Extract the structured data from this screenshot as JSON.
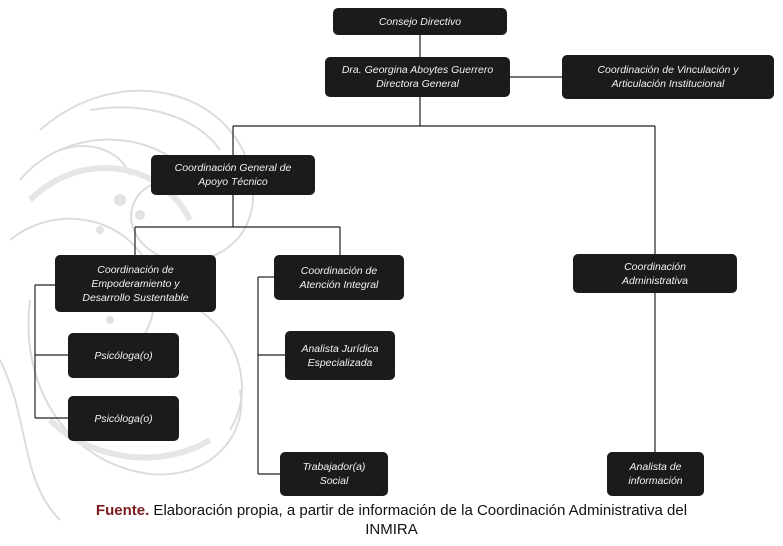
{
  "org_chart": {
    "consejo": [
      "Consejo Directivo"
    ],
    "directora": [
      "Dra. Georgina Aboytes Guerrero",
      "Directora General"
    ],
    "vinculacion": [
      "Coordinación de Vinculación y",
      "Articulación Institucional"
    ],
    "apoyo_tecnico": [
      "Coordinación General de",
      "Apoyo Técnico"
    ],
    "empoderamiento": [
      "Coordinación de",
      "Empoderamiento y",
      "Desarrollo Sustentable"
    ],
    "psicologa_1": [
      "Psicóloga(o)"
    ],
    "psicologa_2": [
      "Psicóloga(o)"
    ],
    "atencion_integral": [
      "Coordinación de",
      "Atención Integral"
    ],
    "analista_juridica": [
      "Analista Jurídica",
      "Especializada"
    ],
    "trabajador_social": [
      "Trabajador(a)",
      "Social"
    ],
    "administrativa": [
      "Coordinación",
      "Administrativa"
    ],
    "analista_informacion": [
      "Analista de",
      "información"
    ]
  },
  "caption": {
    "label": "Fuente.",
    "text": " Elaboración propia, a partir de información de la Coordinación Administrativa del",
    "line2": "INMIRA"
  },
  "colors": {
    "box_fill": "#1b1b1b",
    "box_text": "#f2f2f2",
    "caption_label": "#7b1d1d",
    "line": "#222222",
    "watermark": "#d9d9d9"
  }
}
